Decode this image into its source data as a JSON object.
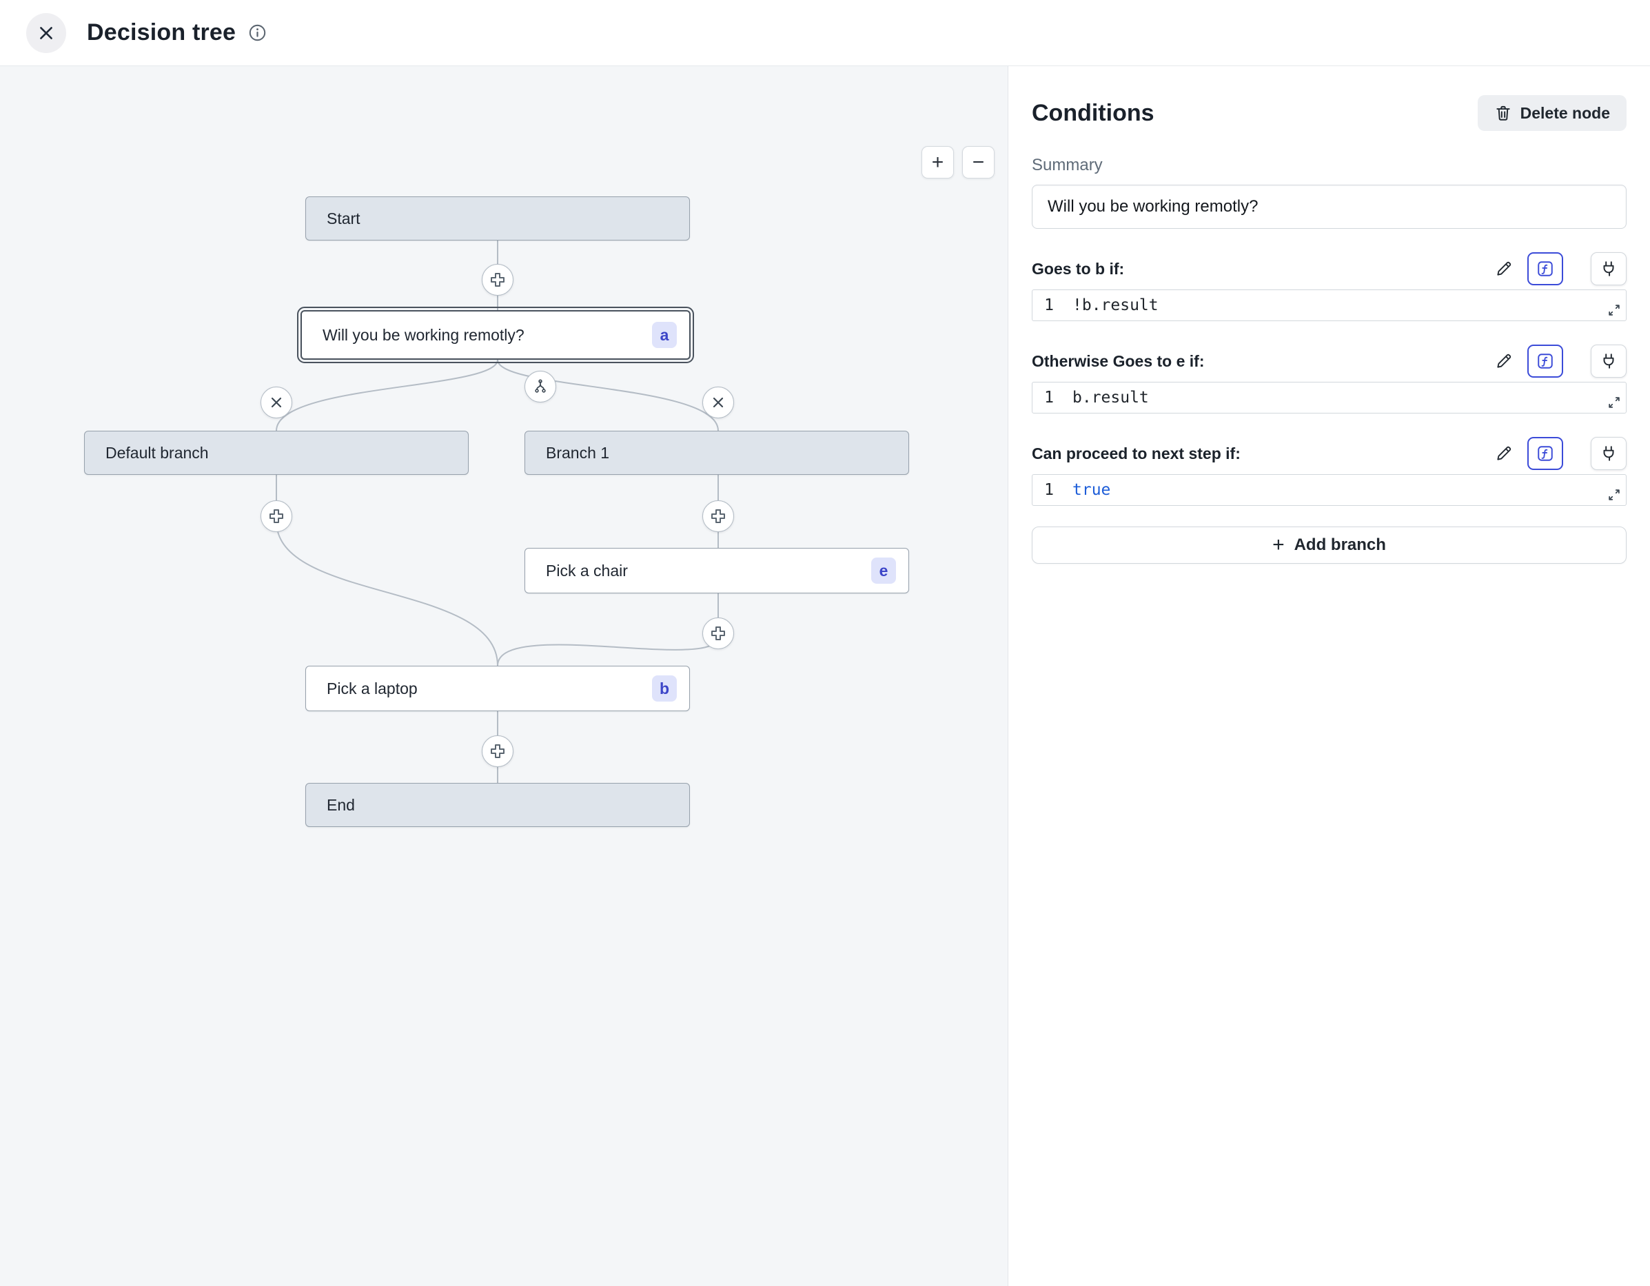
{
  "header": {
    "title": "Decision tree"
  },
  "canvas": {
    "zoom_in": "+",
    "zoom_out": "−",
    "nodes": [
      {
        "id": "start",
        "label": "Start"
      },
      {
        "id": "question",
        "label": "Will you be working remotly?",
        "badge": "a"
      },
      {
        "id": "default",
        "label": "Default branch"
      },
      {
        "id": "branch1",
        "label": "Branch 1"
      },
      {
        "id": "chair",
        "label": "Pick a chair",
        "badge": "e"
      },
      {
        "id": "laptop",
        "label": "Pick a laptop",
        "badge": "b"
      },
      {
        "id": "end",
        "label": "End"
      }
    ],
    "icons": [
      "plus-icon",
      "close-icon",
      "split-branch-icon"
    ]
  },
  "panel": {
    "title": "Conditions",
    "delete_button": "Delete node",
    "summary_label": "Summary",
    "summary_value": "Will you be working remotly?",
    "sections": [
      {
        "label": "Goes to b if:",
        "line_number": "1",
        "code": "!b.result"
      },
      {
        "label": "Otherwise Goes to e if:",
        "line_number": "1",
        "code": "b.result"
      },
      {
        "label": "Can proceed to next step if:",
        "line_number": "1",
        "code": "true"
      }
    ],
    "add_branch_label": "Add branch"
  },
  "colors": {
    "canvas_bg": "#f4f6f8",
    "node_gray": "#dee4eb",
    "node_border": "#97a1ac",
    "selected_border": "#49525d",
    "badge_bg": "#dfe3fb",
    "badge_text": "#3c45c8",
    "accent_blue": "#3b4bd8",
    "code_keyword": "#1d5dd8"
  }
}
